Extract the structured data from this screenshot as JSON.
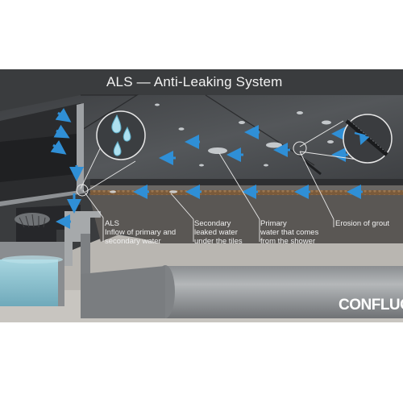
{
  "title": "ALS — Anti-Leaking System",
  "labels": [
    {
      "id": "als",
      "lines": [
        "ALS",
        "Inflow of primary and",
        "secondary water"
      ]
    },
    {
      "id": "secondary",
      "lines": [
        "Secondary",
        "leaked water",
        "under the tiles"
      ]
    },
    {
      "id": "primary",
      "lines": [
        "Primary",
        "water that comes",
        "from the shower"
      ]
    },
    {
      "id": "erosion",
      "lines": [
        "Erosion of grout"
      ]
    }
  ],
  "brand": {
    "name": "CONFLUO"
  },
  "colors": {
    "background": "#ffffff",
    "scene_dark": "#3a3c3e",
    "tile": "#4a4c4f",
    "screed": "#5a5754",
    "concrete": "#b9b6b1",
    "pipe": "#9a9d9f",
    "water": "#8fc4d2",
    "arrow": "#2f8fd6",
    "leader": "#e8e8e8"
  },
  "icons": [
    "water-drops-icon",
    "grout-crack-icon",
    "flow-arrow-icon"
  ]
}
